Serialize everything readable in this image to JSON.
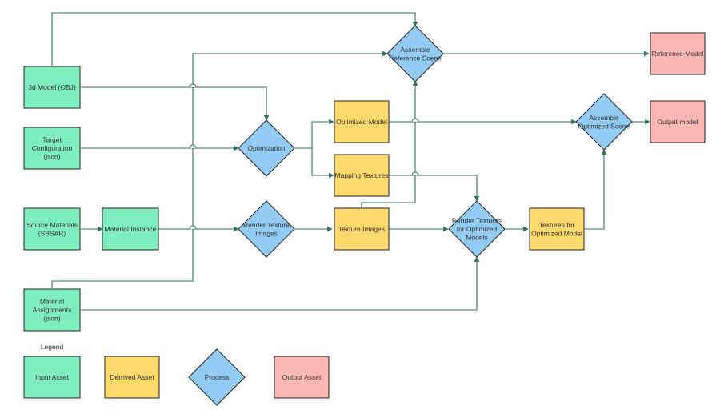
{
  "colors": {
    "input": "#7EEDC0",
    "derived": "#FFD96B",
    "process": "#92CCF5",
    "output": "#FDB8B3",
    "edge": "#2F7258",
    "stroke": "#222222"
  },
  "nodes": {
    "model_obj": {
      "text": "3d Model (OBJ)",
      "kind": "input"
    },
    "target_config": {
      "text": "Target\nConfiguration\n(json)",
      "kind": "input"
    },
    "source_materials": {
      "text": "Source Materials\n(SBSAR)",
      "kind": "input"
    },
    "material_instance": {
      "text": "Material Instance",
      "kind": "input"
    },
    "material_assignments": {
      "text": "Material\nAssignments\n(json)",
      "kind": "input"
    },
    "optimization": {
      "text": "Optimization",
      "kind": "process"
    },
    "render_texture_images": {
      "text": "Render Texture\nImages",
      "kind": "process"
    },
    "assemble_reference": {
      "text": "Assemble\nReference Scene",
      "kind": "process"
    },
    "optimized_model": {
      "text": "Optimized Model",
      "kind": "derived"
    },
    "mapping_textures": {
      "text": "Mapping Textures",
      "kind": "derived"
    },
    "texture_images": {
      "text": "Texture Images",
      "kind": "derived"
    },
    "render_textures_optimized": {
      "text": "Render Textures\nfor Optimized\nModels",
      "kind": "process"
    },
    "textures_optimized": {
      "text": "Textures for\nOptimized Model",
      "kind": "derived"
    },
    "assemble_optimized": {
      "text": "Assemble\nOptimized Scene",
      "kind": "process"
    },
    "reference_model": {
      "text": "Reference Model",
      "kind": "output"
    },
    "output_model": {
      "text": "Output model",
      "kind": "output"
    }
  },
  "legend": {
    "title": "Legend",
    "items": [
      {
        "id": "input",
        "text": "Input Asset"
      },
      {
        "id": "derived",
        "text": "Derrived Asset"
      },
      {
        "id": "process",
        "text": "Process"
      },
      {
        "id": "output",
        "text": "Output Asset"
      }
    ]
  }
}
